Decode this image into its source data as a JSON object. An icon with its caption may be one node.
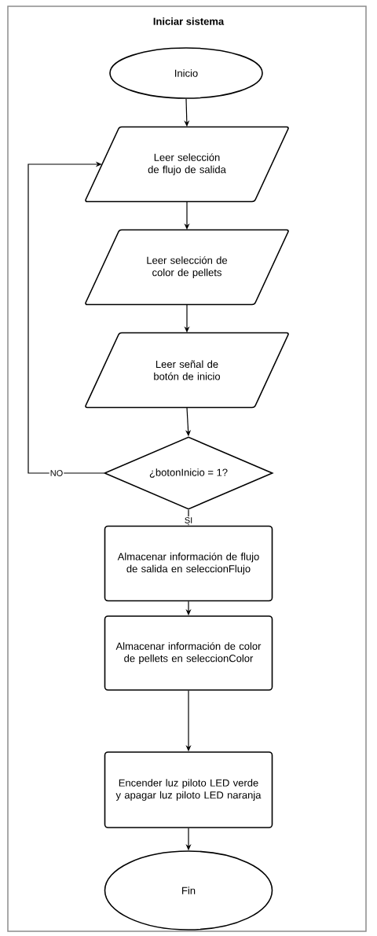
{
  "diagram": {
    "title": "Iniciar sistema",
    "nodes": [
      {
        "text": [
          "Inicio"
        ]
      },
      {
        "text": [
          "Leer selección de flujo de salida"
        ]
      },
      {
        "text": [
          "Leer selección de color de pellets"
        ]
      },
      {
        "text": [
          "Leer señal de botón de inicio"
        ]
      },
      {
        "text": [
          "¿botonInicio = 1?"
        ]
      },
      {
        "text": [
          "Almacenar información de flujo de salida en seleccionFlujo"
        ]
      },
      {
        "text": [
          "Almacenar información de color de pellets en seleccionColor"
        ]
      },
      {
        "text": [
          "Encender luz piloto LED verde y apagar luz piloto LED naranja"
        ]
      },
      {
        "text": [
          "Fin"
        ]
      }
    ],
    "edges": [
      {
        "from": 0,
        "to": 1,
        "arrow": "to"
      },
      {
        "from": 1,
        "to": 2,
        "arrow": "to"
      },
      {
        "from": 2,
        "to": 3,
        "arrow": "to"
      },
      {
        "from": 3,
        "to": 4,
        "arrow": "to"
      },
      {
        "from": 4,
        "to": 1,
        "arrow": "to",
        "label": "NO"
      },
      {
        "from": 4,
        "to": 5,
        "arrow": "to",
        "label": "SI"
      },
      {
        "from": 5,
        "to": 6,
        "arrow": "to"
      },
      {
        "from": 6,
        "to": 7,
        "arrow": "to"
      },
      {
        "from": 7,
        "to": 8,
        "arrow": "to"
      }
    ]
  }
}
